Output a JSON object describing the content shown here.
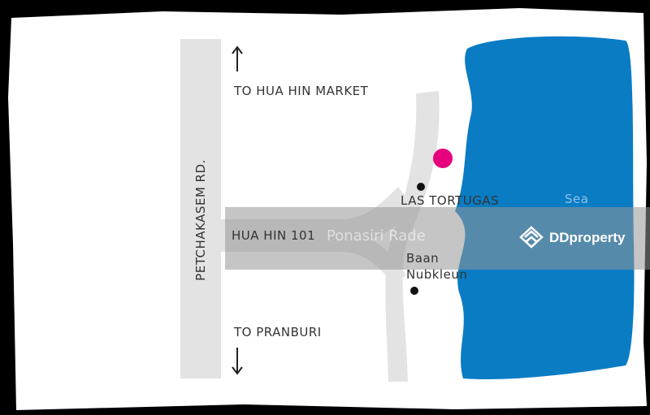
{
  "map": {
    "labels": {
      "north": "TO HUA HIN MARKET",
      "south": "TO PRANBURI",
      "main_road": "PETCHAKASEM RD.",
      "soi": "HUA HIN 101",
      "las_tortugas": "LAS TORTUGAS",
      "baan": "Baan\nNubkleun",
      "sea": "Sea"
    },
    "colors": {
      "sea": "#0a7cc4",
      "marker": "#e6007e",
      "road": "#e3e3e3",
      "paper": "#ffffff"
    },
    "watermark": "Ponasiri Rade",
    "brand": "DDproperty"
  }
}
